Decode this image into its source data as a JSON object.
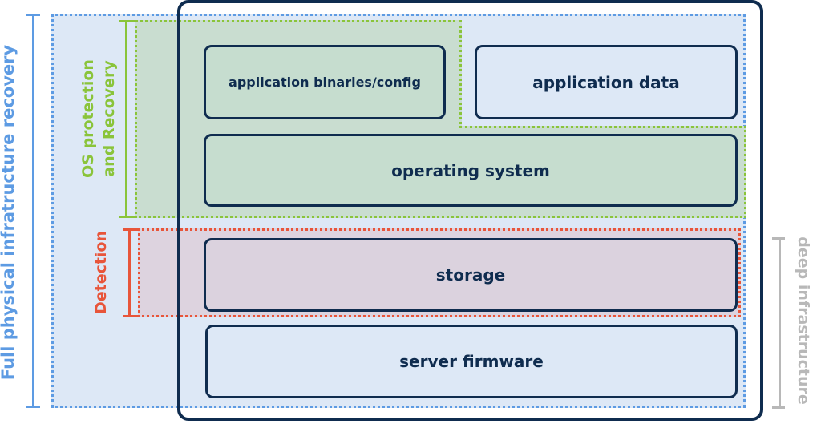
{
  "boxes": {
    "application_binaries": "application binaries/config",
    "application_data": "application data",
    "operating_system": "operating system",
    "storage": "storage",
    "server_firmware": "server firmware"
  },
  "brackets": {
    "full_physical": "Full physical infratructure recovery",
    "os_protection_line1": "OS protection",
    "os_protection_line2": "and Recovery",
    "detection": "Detection",
    "deep_infrastructure": "deep infrastructure"
  },
  "colors": {
    "navy": "#0f2c4f",
    "blue": "#5d9be3",
    "green": "#8ac43a",
    "red": "#e8553a",
    "grey": "#b8b8b8"
  }
}
